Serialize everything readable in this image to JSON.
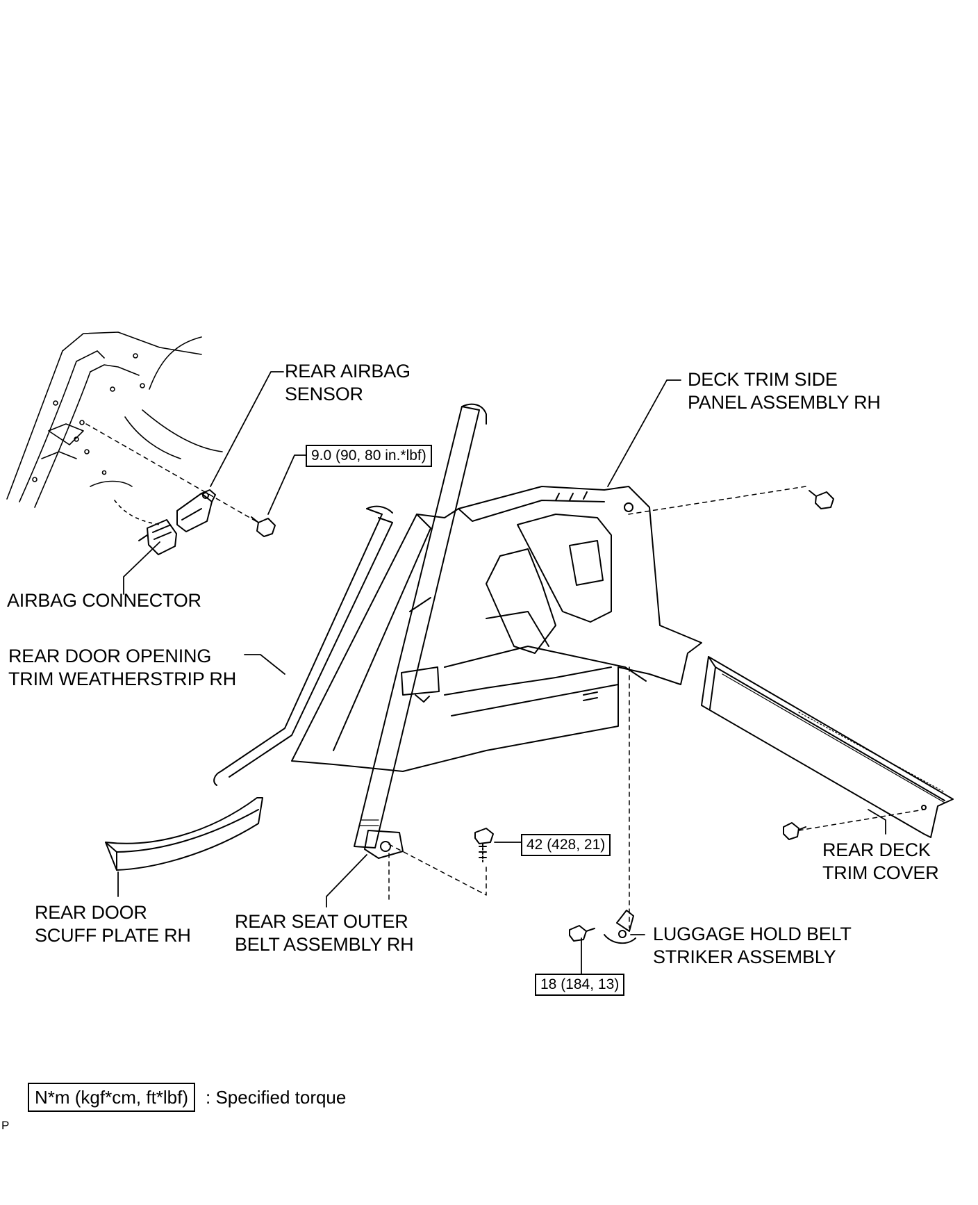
{
  "labels": {
    "rear_airbag_sensor": [
      "REAR AIRBAG",
      "SENSOR"
    ],
    "deck_trim_side_panel": [
      "DECK TRIM SIDE",
      "PANEL ASSEMBLY RH"
    ],
    "airbag_connector": [
      "AIRBAG CONNECTOR"
    ],
    "rear_door_opening_trim": [
      "REAR DOOR OPENING",
      "TRIM WEATHERSTRIP RH"
    ],
    "rear_deck_trim_cover": [
      "REAR DECK",
      "TRIM COVER"
    ],
    "rear_door_scuff_plate": [
      "REAR DOOR",
      "SCUFF PLATE RH"
    ],
    "rear_seat_outer_belt": [
      "REAR SEAT OUTER",
      "BELT ASSEMBLY RH"
    ],
    "luggage_hold_belt_striker": [
      "LUGGAGE HOLD BELT",
      "STRIKER ASSEMBLY"
    ]
  },
  "torques": {
    "airbag_sensor_bolt": "9.0 (90, 80 in.*lbf)",
    "belt_anchor_bolt": "42 (428, 21)",
    "striker_bolt": "18 (184, 13)"
  },
  "legend": {
    "box": "N*m (kgf*cm, ft*lbf)",
    "text": ": Specified torque"
  },
  "code": "P"
}
